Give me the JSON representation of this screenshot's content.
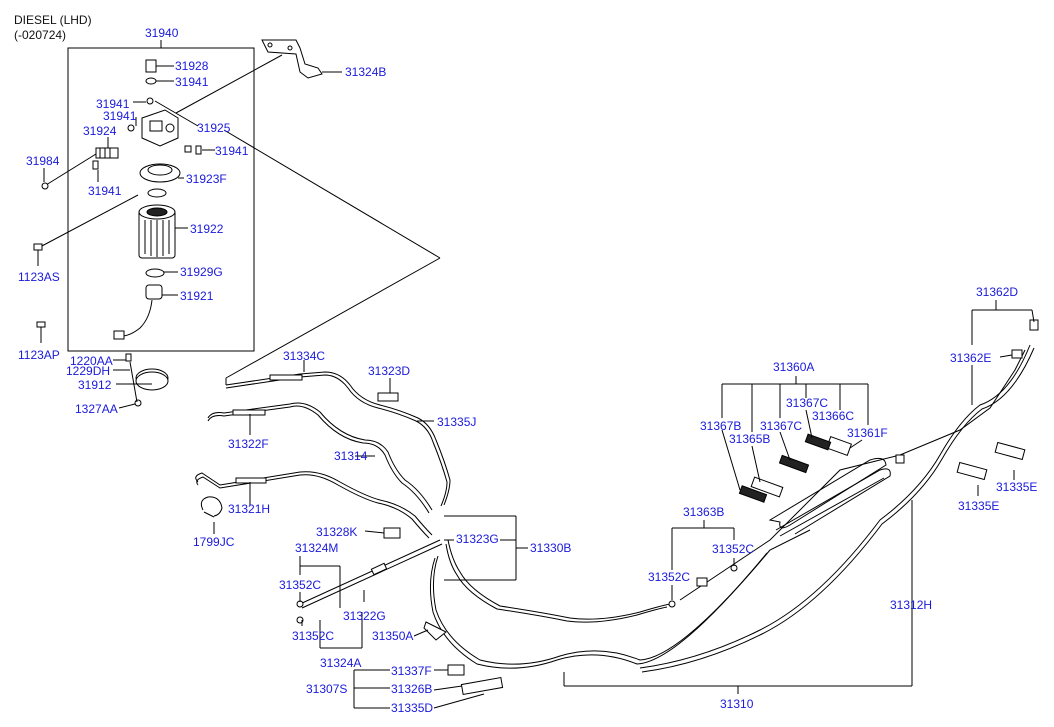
{
  "header": {
    "line1": "DIESEL (LHD)",
    "line2": "(-020724)"
  },
  "group_label": "31940",
  "labels": {
    "l31928": "31928",
    "l31941a": "31941",
    "l31941b": "31941",
    "l31941c": "31941",
    "l31941d": "31941",
    "l31941e": "31941",
    "l31924": "31924",
    "l31925": "31925",
    "l31984": "31984",
    "l31923F": "31923F",
    "l31922": "31922",
    "l31929G": "31929G",
    "l31921": "31921",
    "l1123AS": "1123AS",
    "l1123AP": "1123AP",
    "l31324B": "31324B",
    "l1220AA": "1220AA",
    "l1229DH": "1229DH",
    "l31912": "31912",
    "l1327AA": "1327AA",
    "l31334C": "31334C",
    "l31323D": "31323D",
    "l31335J": "31335J",
    "l31322F": "31322F",
    "l31314": "31314",
    "l31321H": "31321H",
    "l1799JC": "1799JC",
    "l31328K": "31328K",
    "l31324M": "31324M",
    "l31323G": "31323G",
    "l31330B": "31330B",
    "l31352Ca": "31352C",
    "l31322G": "31322G",
    "l31352Cb": "31352C",
    "l31350A": "31350A",
    "l31324A": "31324A",
    "l31337F": "31337F",
    "l31307S": "31307S",
    "l31326B": "31326B",
    "l31335D": "31335D",
    "l31310": "31310",
    "l31363B": "31363B",
    "l31352Cc": "31352C",
    "l31352Cd": "31352C",
    "l31312H": "31312H",
    "l31360A": "31360A",
    "l31367B": "31367B",
    "l31365B": "31365B",
    "l31367Ca": "31367C",
    "l31367Cb": "31367C",
    "l31366C": "31366C",
    "l31361F": "31361F",
    "l31362D": "31362D",
    "l31362E": "31362E",
    "l31335Ea": "31335E",
    "l31335Eb": "31335E"
  }
}
